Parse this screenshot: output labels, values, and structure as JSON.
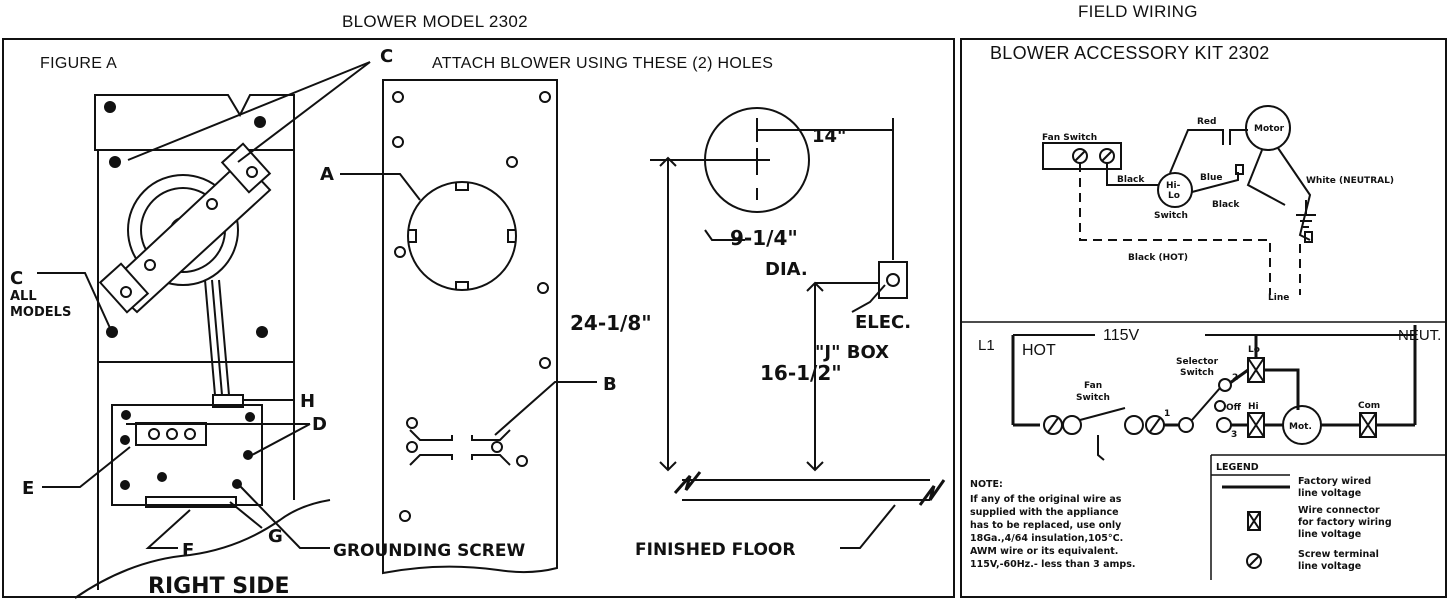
{
  "headers": {
    "blower_model": "BLOWER MODEL 2302",
    "field_wiring": "FIELD WIRING"
  },
  "left_panel": {
    "figure_label": "FIGURE A",
    "attach_note": "ATTACH BLOWER USING THESE (2) HOLES",
    "callouts": {
      "c_top": "C",
      "c_left": "C",
      "all_models_1": "ALL",
      "all_models_2": "MODELS",
      "a": "A",
      "b": "B",
      "d": "D",
      "e": "E",
      "f": "F",
      "g": "G",
      "h": "H",
      "grounding_screw": "GROUNDING SCREW",
      "right_side": "RIGHT SIDE"
    },
    "dimensions": {
      "width_14": "14\"",
      "dia_value": "9-1/4\"",
      "dia_label": "DIA.",
      "height_24": "24-1/8\"",
      "height_16": "16-1/2\"",
      "elec_box_1": "ELEC.",
      "elec_box_2": "\"J\" BOX",
      "finished_floor": "FINISHED FLOOR"
    }
  },
  "right_panel": {
    "title": "BLOWER ACCESSORY KIT 2302",
    "top_diagram": {
      "fan_switch": "Fan Switch",
      "red": "Red",
      "motor": "Motor",
      "black_1": "Black",
      "hi_lo_1": "Hi-",
      "hi_lo_2": "Lo",
      "switch": "Switch",
      "blue": "Blue",
      "black_2": "Black",
      "white_neutral": "White (NEUTRAL)",
      "black_hot": "Black (HOT)",
      "line": "Line"
    },
    "schematic": {
      "l1": "L1",
      "hot": "HOT",
      "voltage": "115V",
      "neut": "NEUT.",
      "fan": "Fan",
      "switch": "Switch",
      "selector_1": "Selector",
      "selector_2": "Switch",
      "lo": "Lo",
      "hi": "Hi",
      "off": "Off",
      "com": "Com",
      "mot": "Mot.",
      "pos1": "1",
      "pos2": "2",
      "pos3": "3"
    },
    "note": {
      "heading": "NOTE:",
      "lines": [
        "If any of the original wire as",
        "supplied with the appliance",
        "has to be replaced, use only",
        "18Ga.,4/64 insulation,105°C.",
        "AWM wire or its equivalent.",
        "115V,-60Hz.- less than 3 amps."
      ]
    },
    "legend": {
      "heading": "LEGEND",
      "item1_a": "Factory wired",
      "item1_b": "line voltage",
      "item2_a": "Wire connector",
      "item2_b": "for factory wiring",
      "item2_c": "line voltage",
      "item3_a": "Screw terminal",
      "item3_b": "line voltage"
    }
  }
}
